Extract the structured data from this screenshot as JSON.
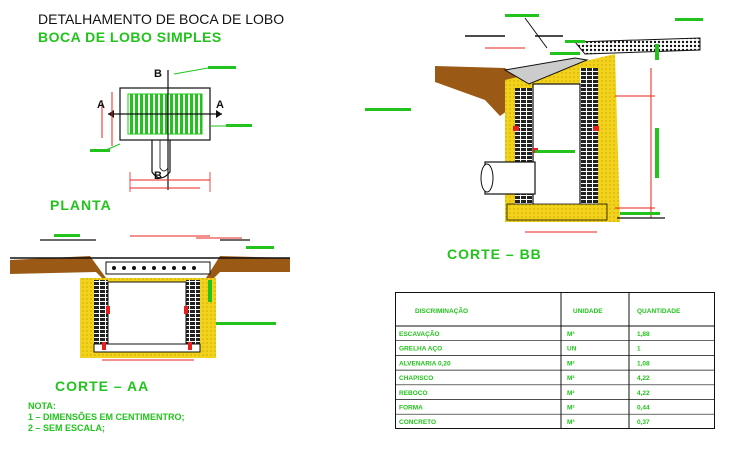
{
  "header": {
    "title": "DETALHAMENTO DE BOCA DE LOBO",
    "subtitle": "BOCA DE LOBO SIMPLES"
  },
  "views": {
    "plan_label": "PLANTA",
    "section_aa_label": "CORTE  –  AA",
    "section_bb_label": "CORTE  –  BB",
    "cut_marker_a": "A",
    "cut_marker_b": "B"
  },
  "notes": {
    "heading": "NOTA:",
    "items": [
      "1  –  DIMENSÕES EM CENTIMENTRO;",
      "2  –  SEM ESCALA;"
    ]
  },
  "quantities_table": {
    "headers": [
      "DISCRIMINAÇÃO",
      "UNIDADE",
      "QUANTIDADE"
    ],
    "rows": [
      {
        "item": "ESCAVAÇÃO",
        "unit": "M³",
        "qty": "1,88"
      },
      {
        "item": "GRELHA AÇO",
        "unit": "UN",
        "qty": "1"
      },
      {
        "item": "ALVENARIA 0,20",
        "unit": "M²",
        "qty": "1,08"
      },
      {
        "item": "CHAPISCO",
        "unit": "M²",
        "qty": "4,22"
      },
      {
        "item": "REBOCO",
        "unit": "M²",
        "qty": "4,22"
      },
      {
        "item": "FORMA",
        "unit": "M²",
        "qty": "0,44"
      },
      {
        "item": "CONCRETO",
        "unit": "M³",
        "qty": "0,37"
      }
    ]
  },
  "colors": {
    "green": "#22c31c",
    "red": "#e8201c",
    "yellow": "#f2d21a",
    "brown": "#9a5a16",
    "black": "#111111"
  }
}
